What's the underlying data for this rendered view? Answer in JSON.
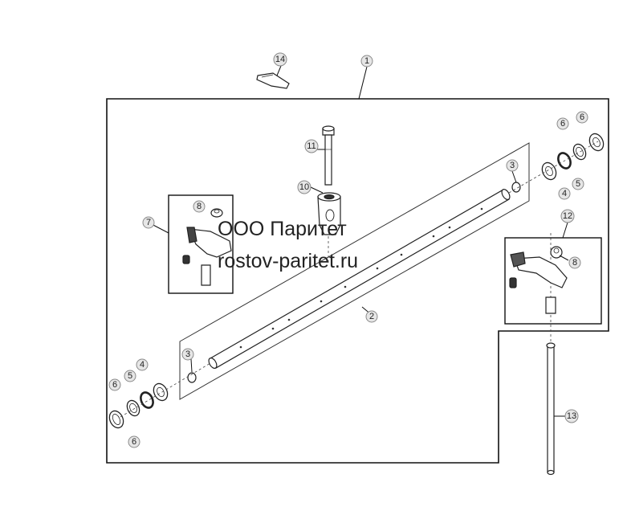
{
  "watermark": {
    "company": "ООО Паритет",
    "site": "rostov-paritet.ru"
  },
  "callouts": {
    "c1": "1",
    "c2": "2",
    "c3a": "3",
    "c3b": "3",
    "c4a": "4",
    "c4b": "4",
    "c5a": "5",
    "c5b": "5",
    "c6a": "6",
    "c6b": "6",
    "c6c": "6",
    "c6d": "6",
    "c7": "7",
    "c8a": "8",
    "c8b": "8",
    "c10": "10",
    "c11": "11",
    "c12": "12",
    "c13": "13",
    "c14": "14"
  },
  "colors": {
    "line": "#111111",
    "callout_fill": "#e6e6e6",
    "callout_stroke": "#8a8a8a"
  }
}
